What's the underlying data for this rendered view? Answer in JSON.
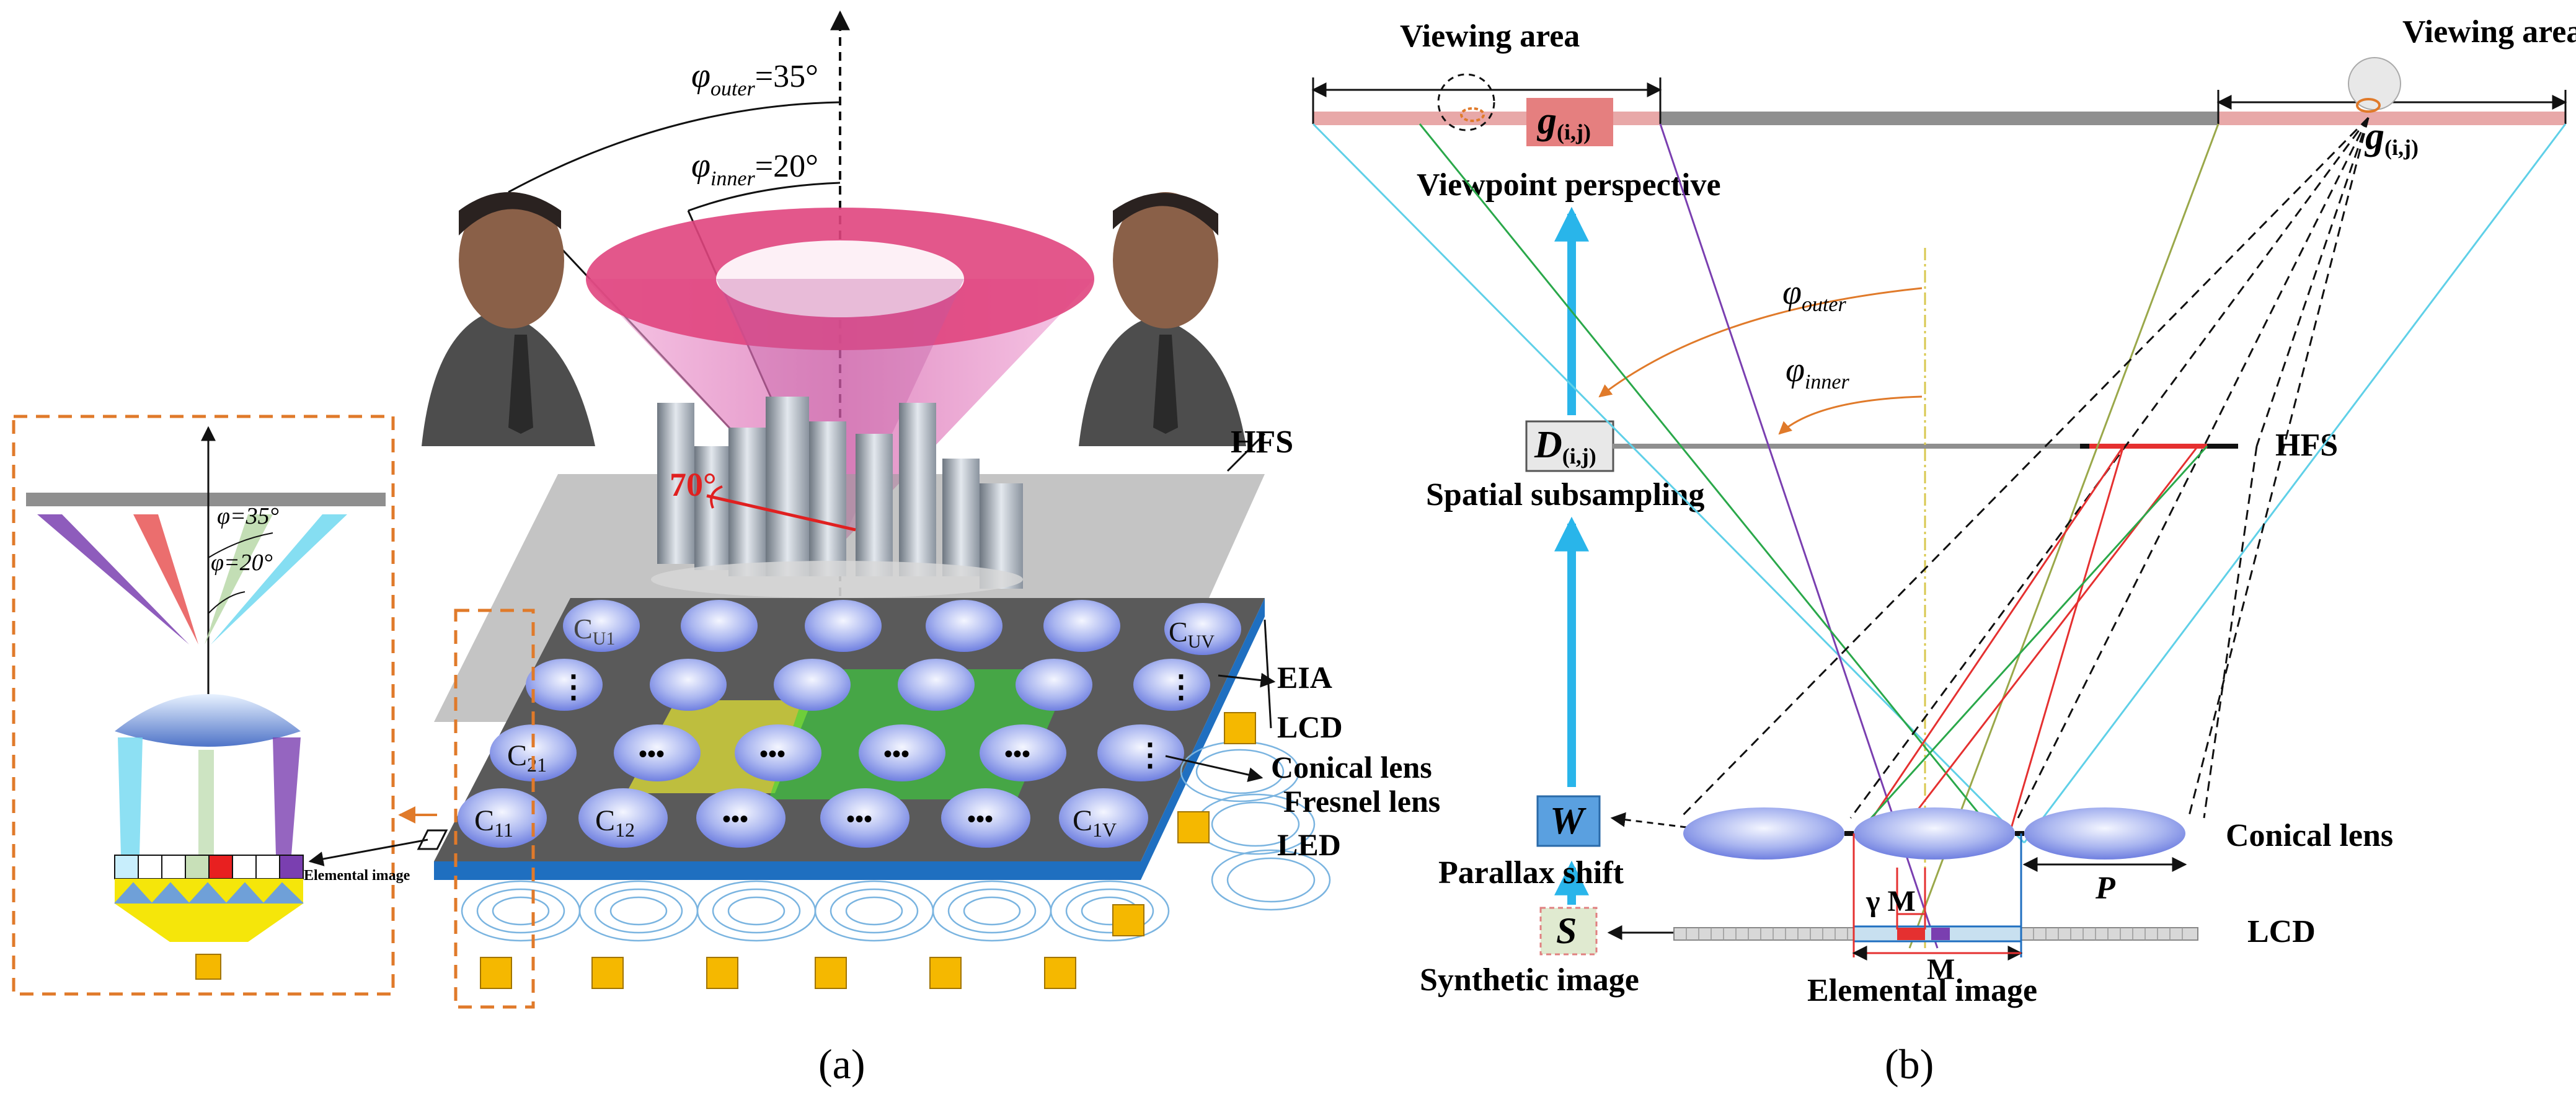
{
  "panel_a": {
    "caption": "(a)",
    "phi_outer_label": "φ",
    "phi_outer_sub": "outer",
    "phi_outer_val": "=35°",
    "phi_inner_label": "φ",
    "phi_inner_sub": "inner",
    "phi_inner_val": "=20°",
    "angle_70": "70°",
    "hfs": "HFS",
    "eia": "EIA",
    "lcd": "LCD",
    "conical_lens": "Conical lens",
    "fresnel_lens": "Fresnel lens",
    "led": "LED",
    "inset_phi35": "φ=35°",
    "inset_phi20": "φ=20°",
    "inset_elemental": "Elemental image",
    "lens_labels": {
      "c_u1": "C",
      "c_u1_sub": "U1",
      "c_uv": "C",
      "c_uv_sub": "UV",
      "c_21": "C",
      "c_21_sub": "21",
      "c_11": "C",
      "c_11_sub": "11",
      "c_12": "C",
      "c_12_sub": "12",
      "c_1v": "C",
      "c_1v_sub": "1V",
      "dots": "•••",
      "vdots": "⋮"
    }
  },
  "panel_b": {
    "caption": "(b)",
    "viewing_area_left": "Viewing area",
    "viewing_area_right": "Viewing area",
    "g_box": "g",
    "g_sub": "(i,j)",
    "g_right": "g",
    "g_right_sub": "(i,j)",
    "viewpoint_perspective": "Viewpoint perspective",
    "d_box": "D",
    "d_sub": "(i,j)",
    "spatial_subsampling": "Spatial subsampling",
    "w_box": "W",
    "parallax_shift": "Parallax shift",
    "s_box": "S",
    "synthetic_image": "Synthetic image",
    "phi_outer": "φ",
    "phi_outer_sub": "outer",
    "phi_inner": "φ",
    "phi_inner_sub": "inner",
    "hfs": "HFS",
    "conical_lens": "Conical lens",
    "p_label": "P",
    "lcd": "LCD",
    "gamma_m": "γ M",
    "m_label": "M",
    "elemental_image": "Elemental image"
  },
  "colors": {
    "orange_dash": "#e07a2a",
    "pink_band": "#e8a8a8",
    "hfs_gray": "#8f8f8f",
    "blue_arrow": "#29b5ea",
    "lcd_blue": "#1f6fc0",
    "led_yellow": "#f5b800",
    "red": "#e53030",
    "green": "#2aa84a",
    "cyan": "#5fd0e8",
    "purple": "#7a3fb0"
  }
}
